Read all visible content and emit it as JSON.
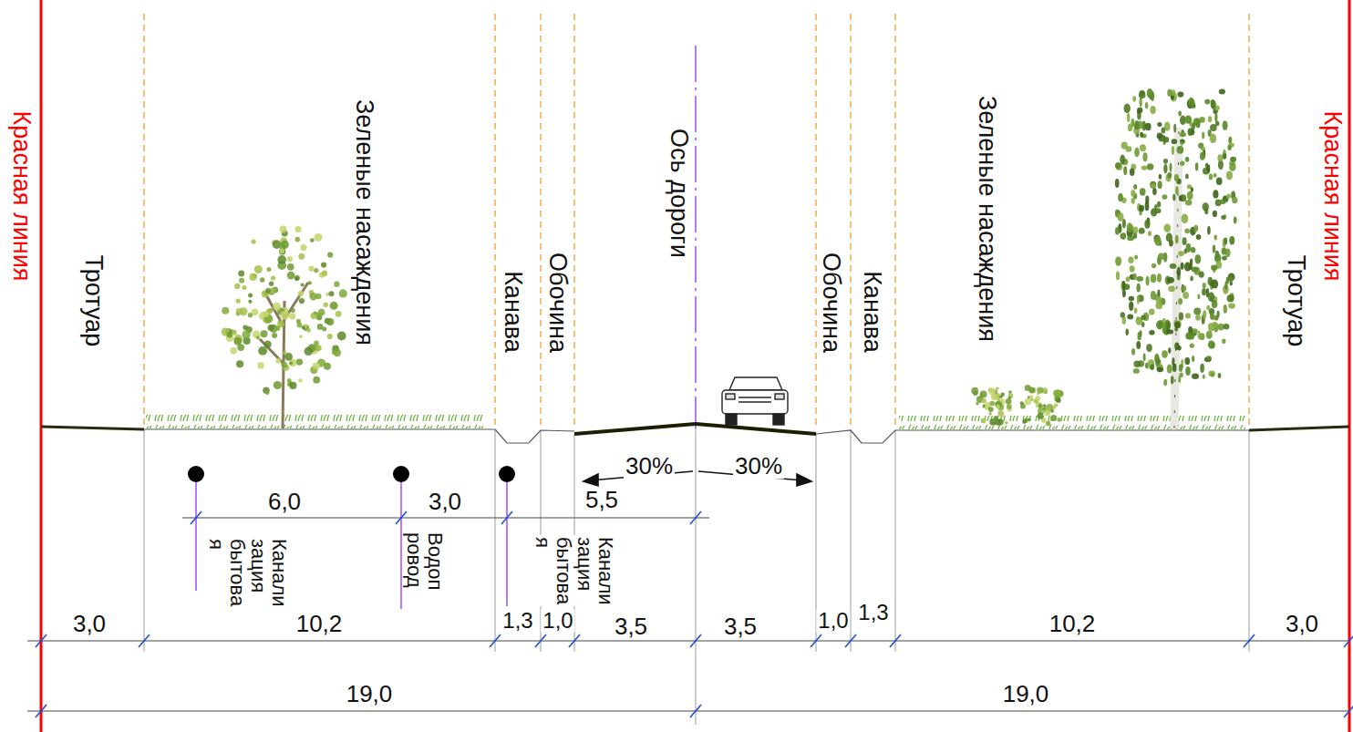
{
  "diagram": {
    "labels": [
      "Красная линия",
      "Тротуар",
      "Зеленые насаждения",
      "Канава",
      "Обочина",
      "Ось дороги",
      "Обочина",
      "Канава",
      "Зеленые насаждения",
      "Тротуар",
      "Красная линия",
      "30%",
      "30%",
      "6,0",
      "3,0",
      "5,5",
      "Канали зация бытова я",
      "Водоп ровод",
      "Канали зация бытова я",
      "3,0",
      "10,2",
      "1,3",
      "1,0",
      "3,5",
      "3,5",
      "1,0",
      "1,3",
      "10,2",
      "3,0",
      "19,0",
      "19,0"
    ]
  }
}
